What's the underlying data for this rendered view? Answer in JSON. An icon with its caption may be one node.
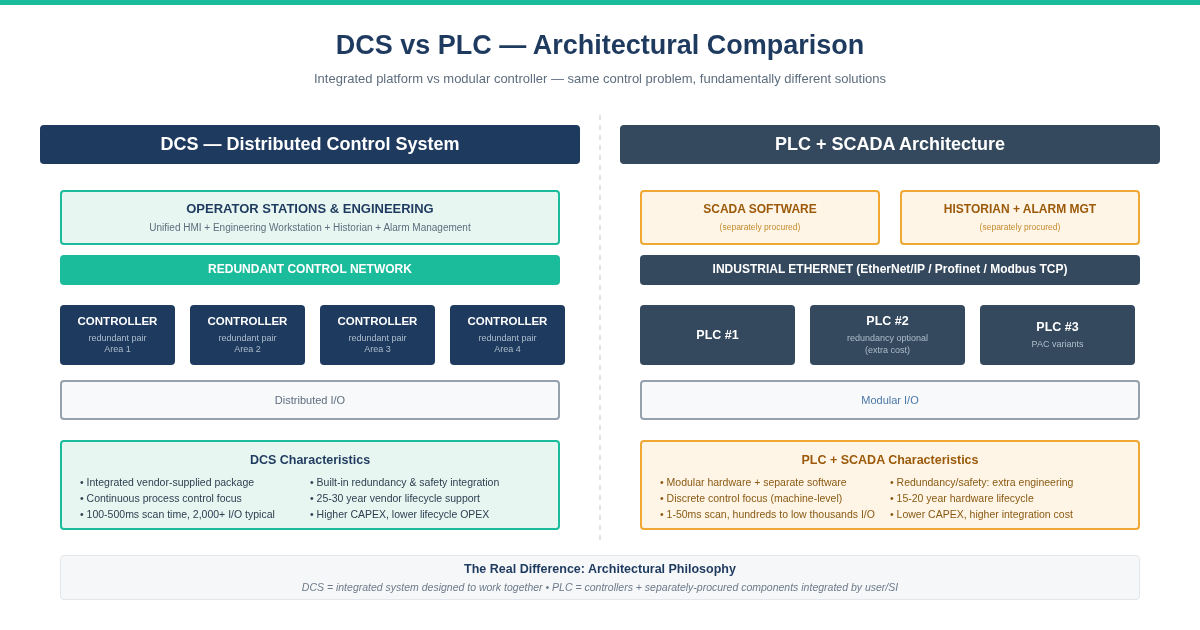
{
  "diagram": {
    "title": "DCS vs PLC — Architectural Comparison",
    "caption": "Integrated platform vs modular controller — same control problem, fundamentally different solutions",
    "nodes": [
      {
        "text": [
          "DCS — Distributed Control System"
        ]
      },
      {
        "text": [
          "PLC + SCADA Architecture"
        ]
      },
      {
        "text": [
          "OPERATOR STATIONS & ENGINEERING",
          "Unified HMI + Engineering Workstation + Historian + Alarm Management"
        ]
      },
      {
        "text": [
          "SCADA SOFTWARE",
          "(separately procured)"
        ]
      },
      {
        "text": [
          "HISTORIAN + ALARM MGT",
          "(separately procured)"
        ]
      },
      {
        "text": [
          "REDUNDANT CONTROL NETWORK"
        ]
      },
      {
        "text": [
          "INDUSTRIAL ETHERNET (EtherNet/IP / Profinet / Modbus TCP)"
        ]
      },
      {
        "text": [
          "CONTROLLER",
          "redundant pair",
          "Area 1"
        ]
      },
      {
        "text": [
          "CONTROLLER",
          "redundant pair",
          "Area 2"
        ]
      },
      {
        "text": [
          "CONTROLLER",
          "redundant pair",
          "Area 3"
        ]
      },
      {
        "text": [
          "CONTROLLER",
          "redundant pair",
          "Area 4"
        ]
      },
      {
        "text": [
          "PLC #1"
        ]
      },
      {
        "text": [
          "PLC #2",
          "redundancy optional",
          "(extra cost)"
        ]
      },
      {
        "text": [
          "PLC #3",
          "PAC variants"
        ]
      },
      {
        "text": [
          "Distributed I/O"
        ]
      },
      {
        "text": [
          "Modular I/O"
        ]
      },
      {
        "text": [
          "DCS Characteristics",
          "• Integrated vendor-supplied package",
          "• Continuous process control focus",
          "• 100-500ms scan time, 2,000+ I/O typical",
          "• Built-in redundancy & safety integration",
          "• 25-30 year vendor lifecycle support",
          "• Higher CAPEX, lower lifecycle OPEX"
        ]
      },
      {
        "text": [
          "PLC + SCADA Characteristics",
          "• Modular hardware + separate software",
          "• Discrete control focus (machine-level)",
          "• 1-50ms scan, hundreds to low thousands I/O",
          "• Redundancy/safety: extra engineering",
          "• 15-20 year hardware lifecycle",
          "• Lower CAPEX, higher integration cost"
        ]
      },
      {
        "text": [
          "The Real Difference: Architectural Philosophy",
          "DCS = integrated system designed to work together • PLC = controllers + separately-procured components integrated by user/SI"
        ]
      }
    ],
    "edges": []
  }
}
